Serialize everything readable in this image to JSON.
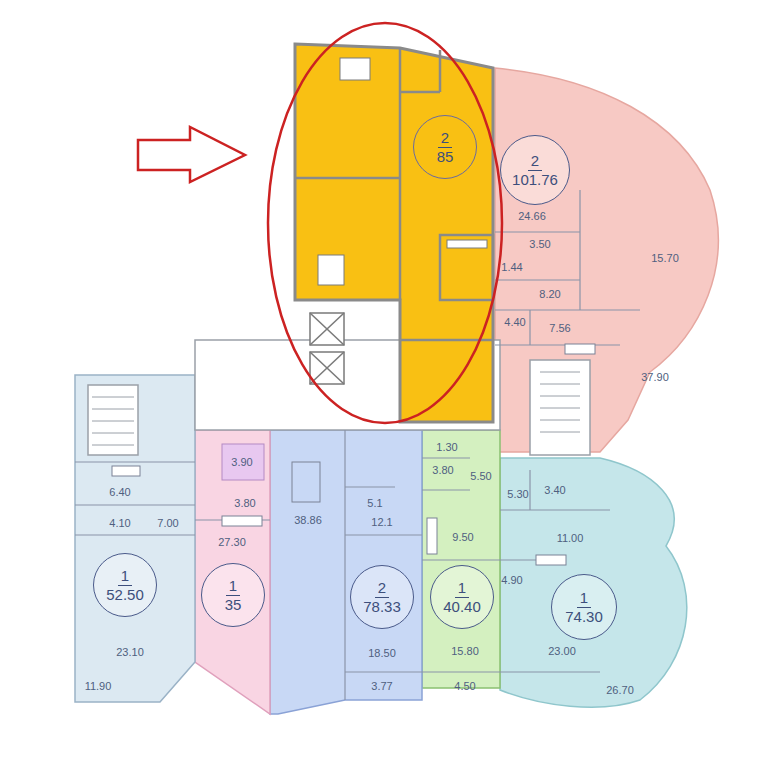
{
  "diagram": {
    "nodes": [
      {
        "text": [
          "2",
          "85"
        ]
      },
      {
        "text": [
          "2",
          "101.76"
        ]
      },
      {
        "text": [
          "1",
          "52.50"
        ]
      },
      {
        "text": [
          "1",
          "35"
        ]
      },
      {
        "text": [
          "2",
          "78.33"
        ]
      },
      {
        "text": [
          "1",
          "40.40"
        ]
      },
      {
        "text": [
          "1",
          "74.30"
        ]
      }
    ],
    "labels": [
      "24.66",
      "3.50",
      "1.44",
      "8.20",
      "15.70",
      "4.40",
      "7.56",
      "37.90",
      "3.90",
      "6.40",
      "3.80",
      "4.10",
      "7.00",
      "27.30",
      "38.86",
      "5.1",
      "12.1",
      "1.30",
      "3.80",
      "5.50",
      "9.50",
      "5.30",
      "3.40",
      "11.00",
      "4.90",
      "23.10",
      "11.90",
      "18.50",
      "3.77",
      "15.80",
      "4.50",
      "23.00",
      "26.70"
    ]
  }
}
